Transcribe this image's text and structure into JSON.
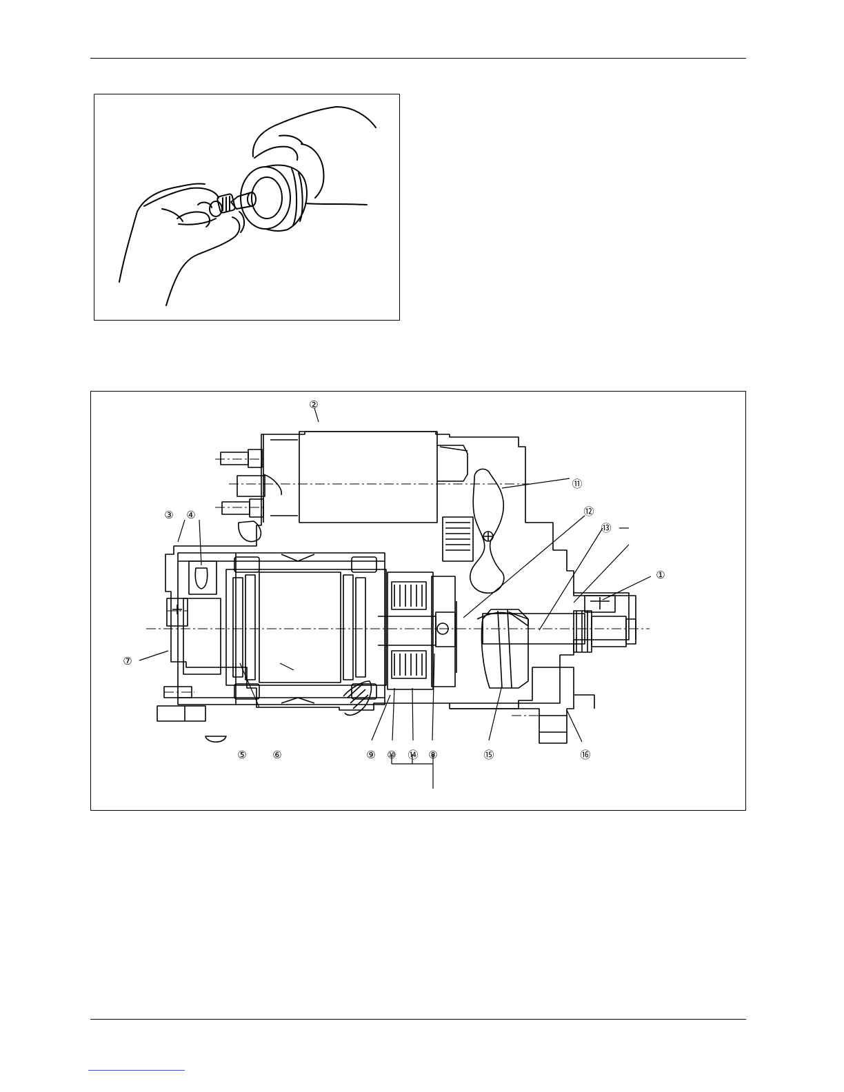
{
  "figure1": {
    "description_icon": "hands-holding-starter-clutch-icon"
  },
  "figure2": {
    "callouts": [
      "①",
      "②",
      "③",
      "④",
      "⑤",
      "⑥",
      "⑦",
      "⑧",
      "⑨",
      "⑩",
      "⑪",
      "⑫",
      "⑬",
      "⑭",
      "⑮",
      "⑯"
    ]
  }
}
